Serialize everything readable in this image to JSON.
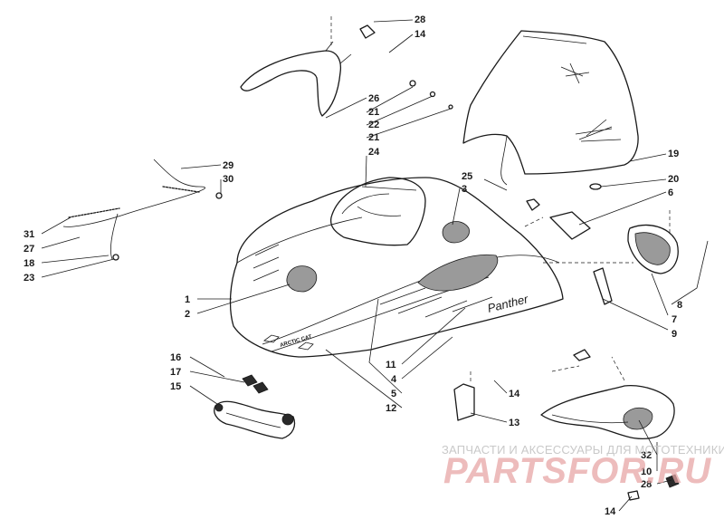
{
  "callouts": [
    {
      "n": "28",
      "id": "28a"
    },
    {
      "n": "14",
      "id": "14a"
    },
    {
      "n": "26",
      "id": "26"
    },
    {
      "n": "21",
      "id": "21a"
    },
    {
      "n": "22",
      "id": "22"
    },
    {
      "n": "21",
      "id": "21b"
    },
    {
      "n": "24",
      "id": "24"
    },
    {
      "n": "19",
      "id": "19"
    },
    {
      "n": "20",
      "id": "20"
    },
    {
      "n": "6",
      "id": "6"
    },
    {
      "n": "25",
      "id": "25"
    },
    {
      "n": "3",
      "id": "3"
    },
    {
      "n": "29",
      "id": "29"
    },
    {
      "n": "30",
      "id": "30"
    },
    {
      "n": "31",
      "id": "31"
    },
    {
      "n": "27",
      "id": "27"
    },
    {
      "n": "18",
      "id": "18"
    },
    {
      "n": "23",
      "id": "23"
    },
    {
      "n": "1",
      "id": "1"
    },
    {
      "n": "2",
      "id": "2"
    },
    {
      "n": "8",
      "id": "8"
    },
    {
      "n": "7",
      "id": "7"
    },
    {
      "n": "9",
      "id": "9"
    },
    {
      "n": "11",
      "id": "11"
    },
    {
      "n": "4",
      "id": "4"
    },
    {
      "n": "5",
      "id": "5"
    },
    {
      "n": "12",
      "id": "12"
    },
    {
      "n": "16",
      "id": "16"
    },
    {
      "n": "17",
      "id": "17"
    },
    {
      "n": "15",
      "id": "15"
    },
    {
      "n": "14",
      "id": "14b"
    },
    {
      "n": "13",
      "id": "13"
    },
    {
      "n": "32",
      "id": "32"
    },
    {
      "n": "10",
      "id": "10"
    },
    {
      "n": "28",
      "id": "28b"
    },
    {
      "n": "14",
      "id": "14c"
    }
  ],
  "decals": {
    "model": "Panther",
    "brand": "ARCTIC CAT"
  },
  "watermark": {
    "tagline": "ЗАПЧАСТИ И АКСЕССУАРЫ ДЛЯ МОТОТЕХНИКИ",
    "site": "PARTSFOR.RU"
  }
}
